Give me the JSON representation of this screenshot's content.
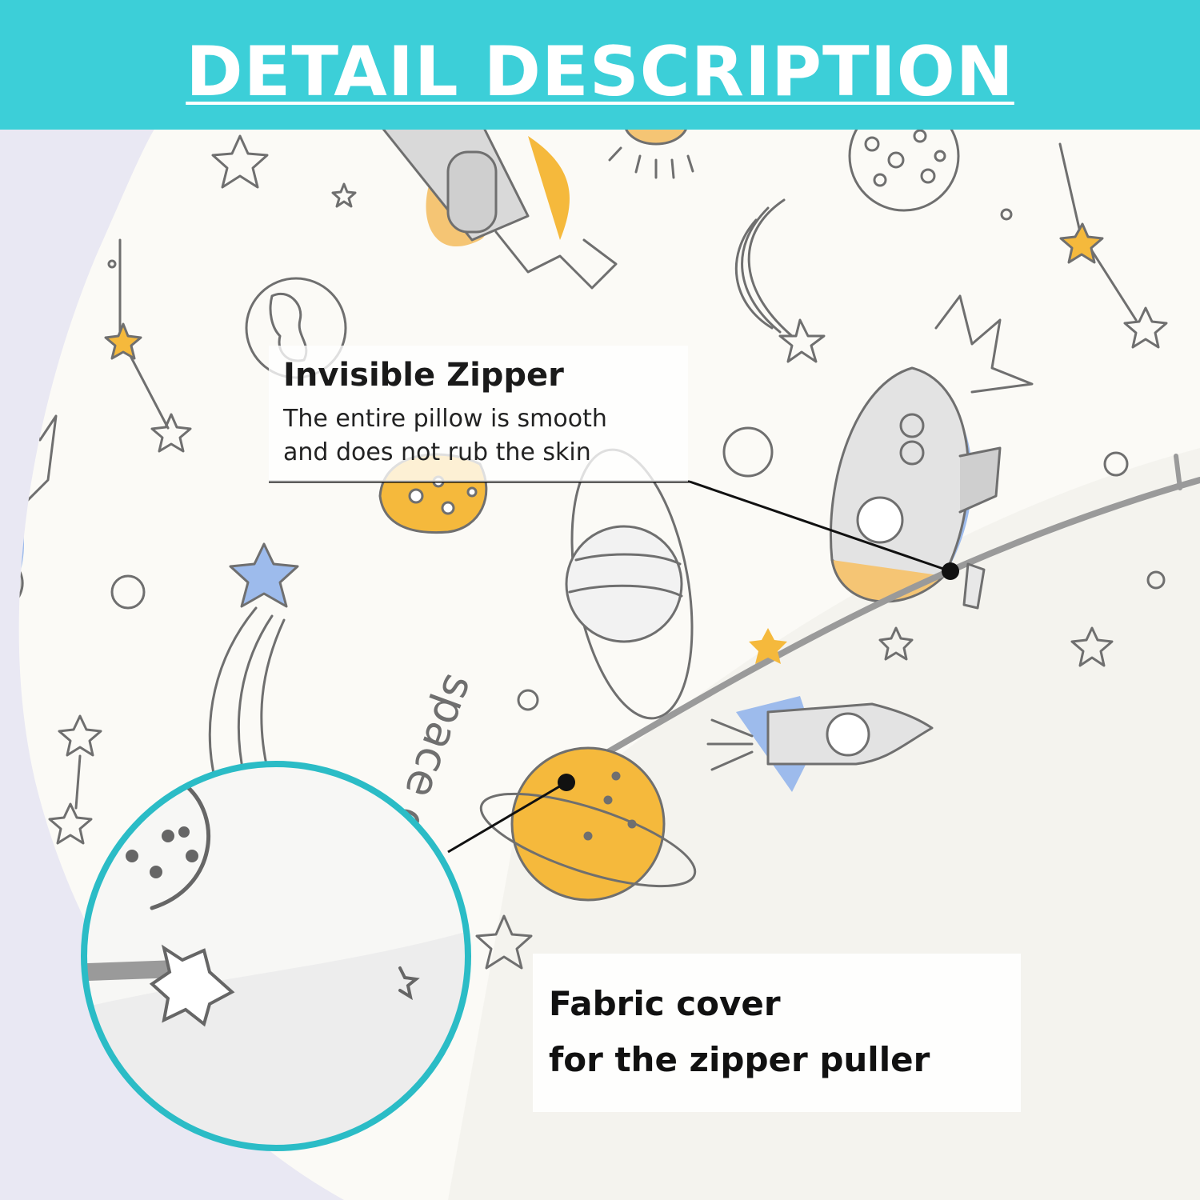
{
  "banner": {
    "title": "DETAIL DESCRIPTION",
    "color": "#3ccfd8"
  },
  "callouts": {
    "zipper": {
      "heading": "Invisible Zipper",
      "description_line_1": "The entire pillow is smooth",
      "description_line_2": "and does not rub the skin"
    },
    "cover": {
      "line_1": "Fabric cover",
      "line_2": "for the zipper puller"
    }
  },
  "fabric_print_text": "space dream",
  "colors": {
    "background": "#e9e8f3",
    "fabric": "#fbfaf6",
    "outline": "#6f6f6f",
    "accent_yellow": "#f5b93c",
    "accent_blue": "#9dbbec",
    "zoom_ring": "#2bbcc6"
  }
}
